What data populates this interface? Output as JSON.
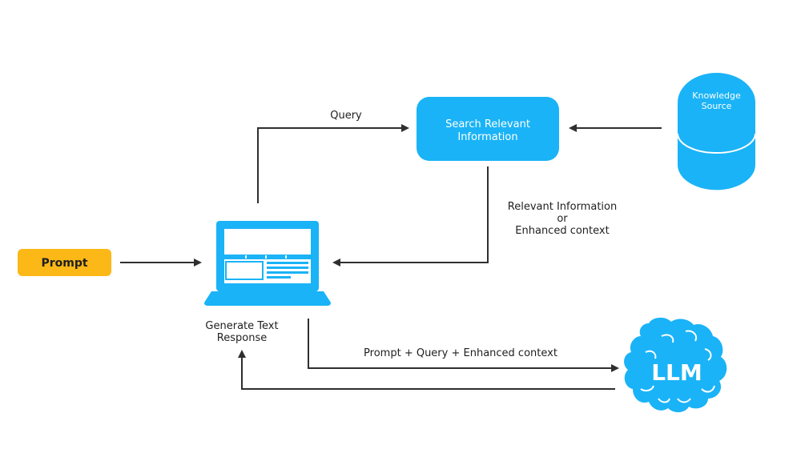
{
  "colors": {
    "accent_blue": "#1ab3f7",
    "prompt_yellow": "#fbb817",
    "line_dark": "#2f2f2f",
    "text_dark": "#1f1f1f",
    "screen_white": "#ffffff"
  },
  "nodes": {
    "prompt": {
      "label": "Prompt"
    },
    "search": {
      "line1": "Search Relevant",
      "line2": "Information"
    },
    "knowledge": {
      "line1": "Knowledge",
      "line2": "Source"
    },
    "laptop": {
      "caption_line1": "Generate Text",
      "caption_line2": "Response",
      "icon": "laptop-icon"
    },
    "llm": {
      "label": "LLM",
      "icon": "brain-icon"
    }
  },
  "edges": {
    "query": {
      "label": "Query"
    },
    "relevant": {
      "line1": "Relevant Information",
      "line2": "or",
      "line3": "Enhanced context"
    },
    "combined": {
      "label": "Prompt + Query + Enhanced context"
    }
  }
}
